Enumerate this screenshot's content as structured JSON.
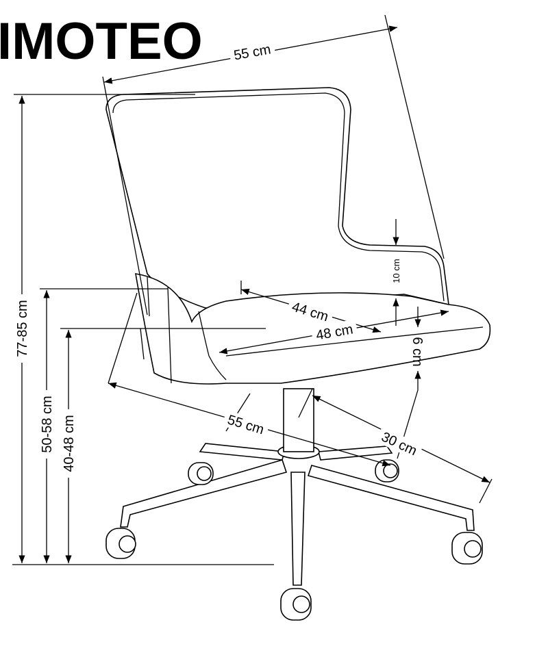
{
  "title": "IMOTEO",
  "dimensions": {
    "back_width": "55 cm",
    "armrest_height": "10 cm",
    "seat_depth": "44 cm",
    "seat_width": "48 cm",
    "seat_thickness": "6 cm",
    "base_diameter": "55 cm",
    "base_leg": "30 cm",
    "total_height": "77-85 cm",
    "armrest_floor_height": "50-58 cm",
    "seat_height": "40-48 cm"
  }
}
